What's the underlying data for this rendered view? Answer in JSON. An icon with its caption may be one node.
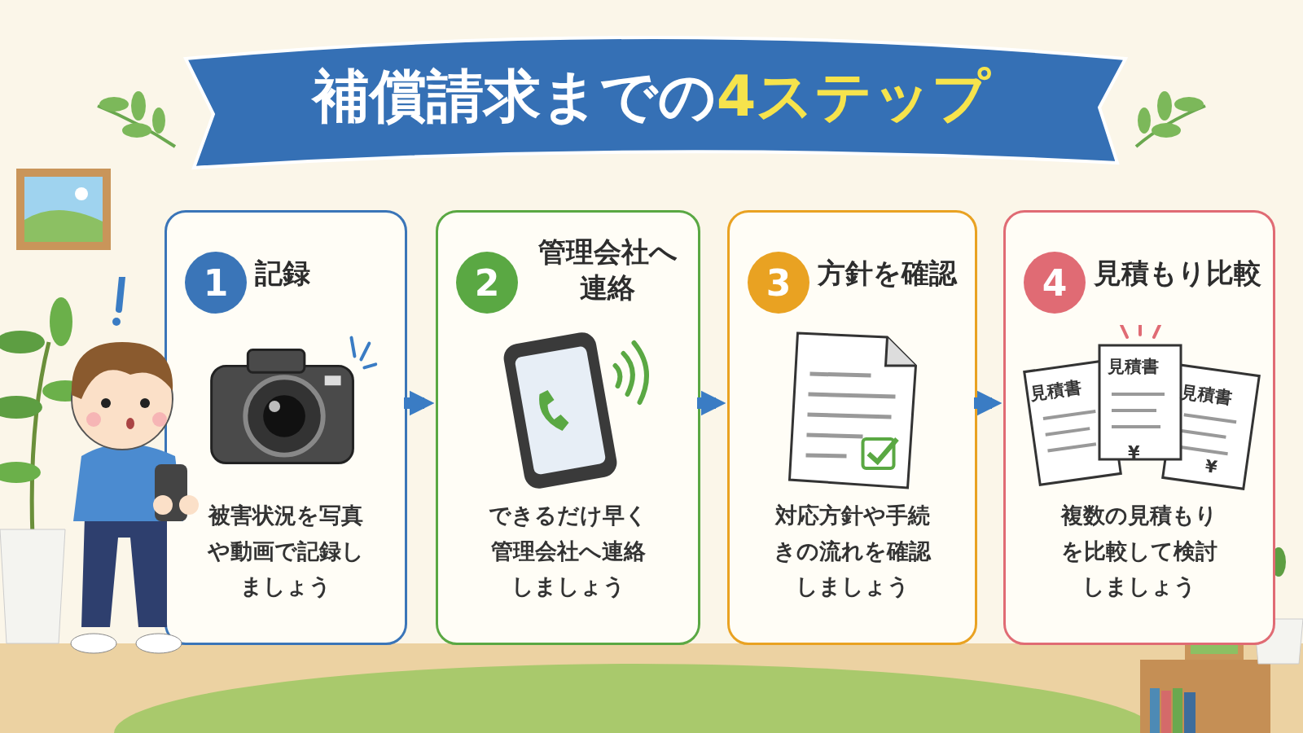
{
  "diagram": {
    "title": "補償請求までの**4ステップ**",
    "nodes": [
      {
        "text": [
          "1",
          "記録",
          "被害状況を写真や動画で記録しましょう"
        ]
      },
      {
        "text": [
          "2",
          "管理会社へ連絡",
          "できるだけ早く管理会社へ連絡しましょう"
        ]
      },
      {
        "text": [
          "3",
          "方針を確認",
          "対応方針や手続きの流れを確認しましょう"
        ]
      },
      {
        "text": [
          "4",
          "見積もり比較",
          "複数の見積もりを比較して検討しましょう"
        ]
      }
    ],
    "edges": [
      {
        "from": 0,
        "to": 1,
        "arrow": "to"
      },
      {
        "from": 1,
        "to": 2,
        "arrow": "to"
      },
      {
        "from": 2,
        "to": 3,
        "arrow": "to"
      }
    ],
    "labels": [
      "見積書",
      "見積書",
      "見積書",
      "¥",
      "¥"
    ]
  }
}
